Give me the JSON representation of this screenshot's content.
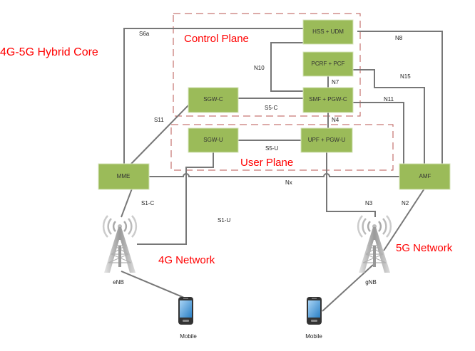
{
  "title": "4G-5G Hybrid Core",
  "regions": {
    "control_plane": "Control Plane",
    "user_plane": "User Plane",
    "network_4g": "4G Network",
    "network_5g": "5G Network"
  },
  "nodes": {
    "hss_udm": "HSS + UDM",
    "pcrf_pcf": "PCRF + PCF",
    "smf_pgwc": "SMF + PGW-C",
    "sgwc": "SGW-C",
    "sgwu": "SGW-U",
    "upf_pgwu": "UPF + PGW-U",
    "mme": "MME",
    "amf": "AMF"
  },
  "devices": {
    "enb": "eNB",
    "gnb": "gNB",
    "mobile_4g": "Mobile",
    "mobile_5g": "Mobile"
  },
  "interfaces": {
    "s6a": "S6a",
    "n8": "N8",
    "n10": "N10",
    "n7": "N7",
    "n15": "N15",
    "n11": "N11",
    "s5c": "S5-C",
    "n4": "N4",
    "s11": "S11",
    "s5u": "S5-U",
    "nx": "Nx",
    "s1c": "S1-C",
    "s1u": "S1-U",
    "n3": "N3",
    "n2": "N2"
  },
  "colors": {
    "node_fill": "#9bbb59",
    "region_border": "#b85450",
    "title_text": "#ff0000",
    "link": "#777777"
  }
}
